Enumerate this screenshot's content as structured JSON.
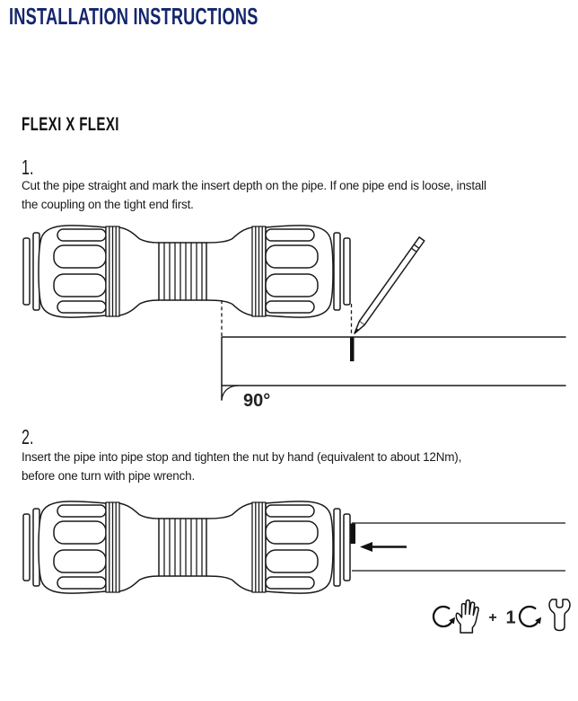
{
  "header": {
    "title": "INSTALLATION INSTRUCTIONS"
  },
  "section": {
    "heading": "FLEXI X FLEXI"
  },
  "steps": [
    {
      "number": "1.",
      "text": "Cut the pipe straight and mark the insert depth on the pipe. If one pipe end is loose, install\nthe coupling on the tight end first."
    },
    {
      "number": "2.",
      "text": "Insert the pipe into pipe stop and tighten the nut by hand (equivalent to about 12Nm),\nbefore one turn with pipe wrench."
    }
  ],
  "figure1": {
    "angle_label": "90°"
  },
  "tighten_icons": {
    "plus_label": "+",
    "turn_count": "1",
    "sequence": [
      "rotate-icon",
      "hand-icon",
      "plus-label",
      "turn-count",
      "rotate-icon",
      "wrench-icon"
    ]
  },
  "colors": {
    "title": "#15266d",
    "line_art": "#1a1a1a",
    "text": "#1a1a1a"
  }
}
